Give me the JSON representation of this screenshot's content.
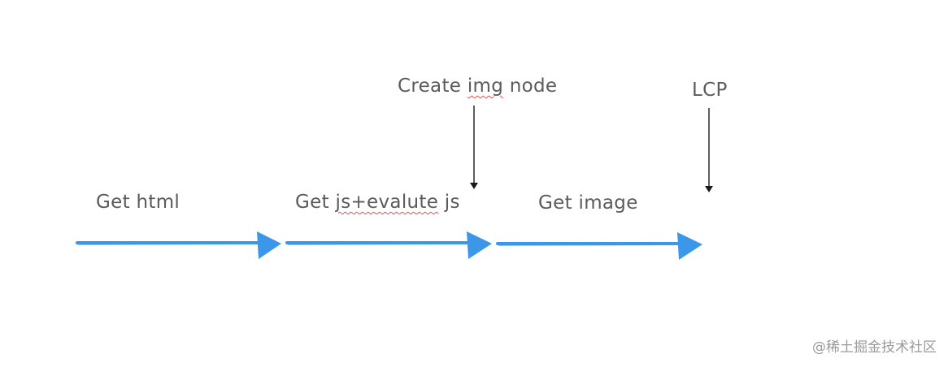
{
  "steps": [
    {
      "label": "Get html"
    },
    {
      "label_prefix": "Get ",
      "label_underlined": "js+evalute",
      "label_suffix": " js"
    },
    {
      "label": "Get image"
    }
  ],
  "markers": [
    {
      "label_prefix": "Create ",
      "label_underlined": "img",
      "label_suffix": " node"
    },
    {
      "label": "LCP"
    }
  ],
  "colors": {
    "arrow": "#3d97e8",
    "marker_arrow": "#1a1a1a",
    "text": "#5b5b5b",
    "watermark": "#9a9a9a"
  },
  "watermark": "@稀土掘金技术社区"
}
